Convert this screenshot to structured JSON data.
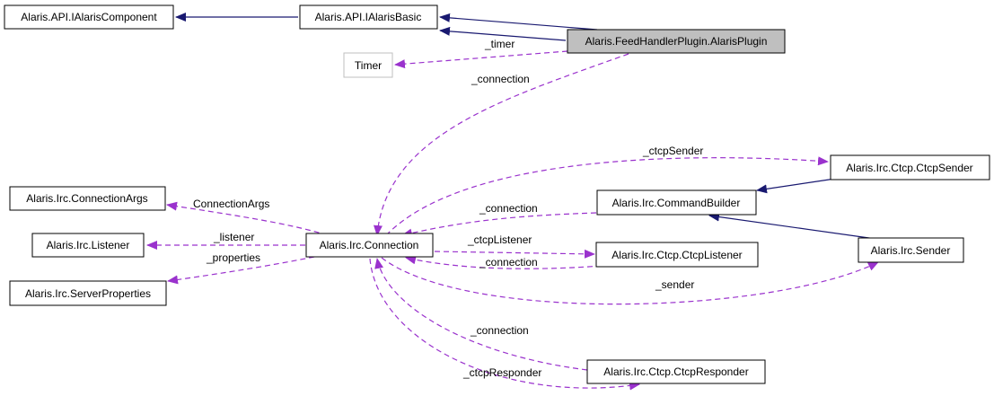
{
  "nodes": {
    "ialariscomponent": "Alaris.API.IAlarisComponent",
    "ialarisbasic": "Alaris.API.IAlarisBasic",
    "alarisplugin": "Alaris.FeedHandlerPlugin.AlarisPlugin",
    "timer": "Timer",
    "connectionargs": "Alaris.Irc.ConnectionArgs",
    "listener": "Alaris.Irc.Listener",
    "serverproperties": "Alaris.Irc.ServerProperties",
    "connection": "Alaris.Irc.Connection",
    "commandbuilder": "Alaris.Irc.CommandBuilder",
    "ctcpsender": "Alaris.Irc.Ctcp.CtcpSender",
    "ctcplistener": "Alaris.Irc.Ctcp.CtcpListener",
    "sender": "Alaris.Irc.Sender",
    "ctcpresponder": "Alaris.Irc.Ctcp.CtcpResponder"
  },
  "edges": {
    "timer": "_timer",
    "connection_main": "_connection",
    "ctcpsender": "_ctcpSender",
    "connectionargs": "ConnectionArgs",
    "connection_cb": "_connection",
    "listener": "_listener",
    "properties": "_properties",
    "ctcplistener": "_ctcpListener",
    "connection_cl": "_connection",
    "sender": "_sender",
    "connection_cr": "_connection",
    "ctcpresponder": "_ctcpResponder"
  },
  "colors": {
    "inheritance": "#191970",
    "usage": "#9a32cd",
    "focus_fill": "#bfbfbf",
    "external_border": "#bfbfbf"
  }
}
